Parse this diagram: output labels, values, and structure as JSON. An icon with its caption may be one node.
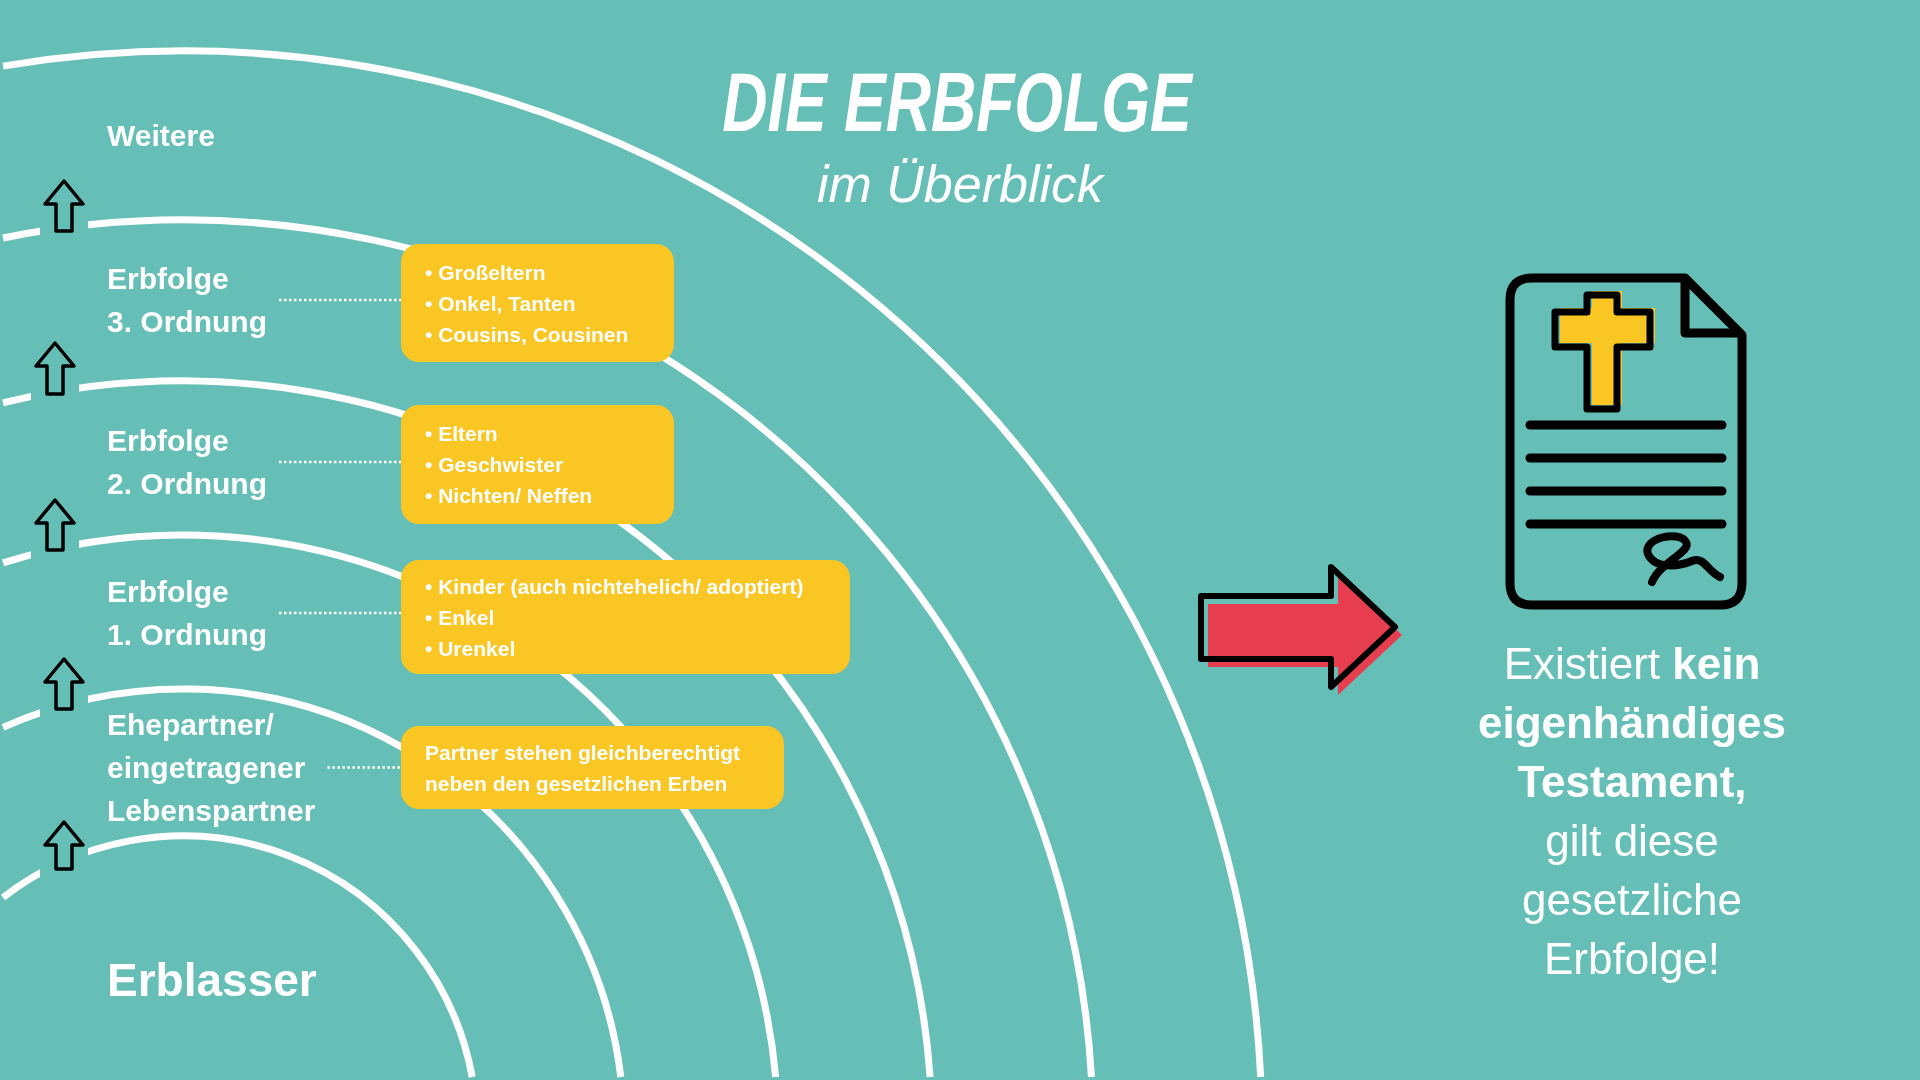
{
  "diagram": {
    "title": "DIE ERBFOLGE",
    "nodes": [
      {
        "text": [
          "Erbfolge 3. Ordnung"
        ]
      },
      {
        "text": [
          "• Großeltern",
          "• Onkel, Tanten",
          "• Cousins, Cousinen"
        ]
      },
      {
        "text": [
          "Erbfolge 2. Ordnung"
        ]
      },
      {
        "text": [
          "• Eltern",
          "• Geschwister",
          "• Nichten/ Neffen"
        ]
      },
      {
        "text": [
          "Erbfolge 1. Ordnung"
        ]
      },
      {
        "text": [
          "• Kinder (auch nichtehelich/ adoptiert)",
          "• Enkel",
          "• Urenkel"
        ]
      },
      {
        "text": [
          "Ehepartner/ eingetragener Lebenspartner"
        ]
      },
      {
        "text": [
          "Partner stehen gleichberechtigt neben den gesetzlichen Erben"
        ]
      }
    ],
    "edges": [
      {
        "from": 0,
        "to": 1,
        "arrow": "none",
        "style": "dashed"
      },
      {
        "from": 2,
        "to": 3,
        "arrow": "none",
        "style": "dashed"
      },
      {
        "from": 4,
        "to": 5,
        "arrow": "none",
        "style": "dashed"
      },
      {
        "from": 6,
        "to": 7,
        "arrow": "none",
        "style": "dashed"
      }
    ],
    "labels": [
      "im Überblick",
      "Weitere",
      "Erblasser",
      "Existiert **kein eigenhändiges Testament,** gilt diese gesetzliche Erbfolge!"
    ]
  }
}
